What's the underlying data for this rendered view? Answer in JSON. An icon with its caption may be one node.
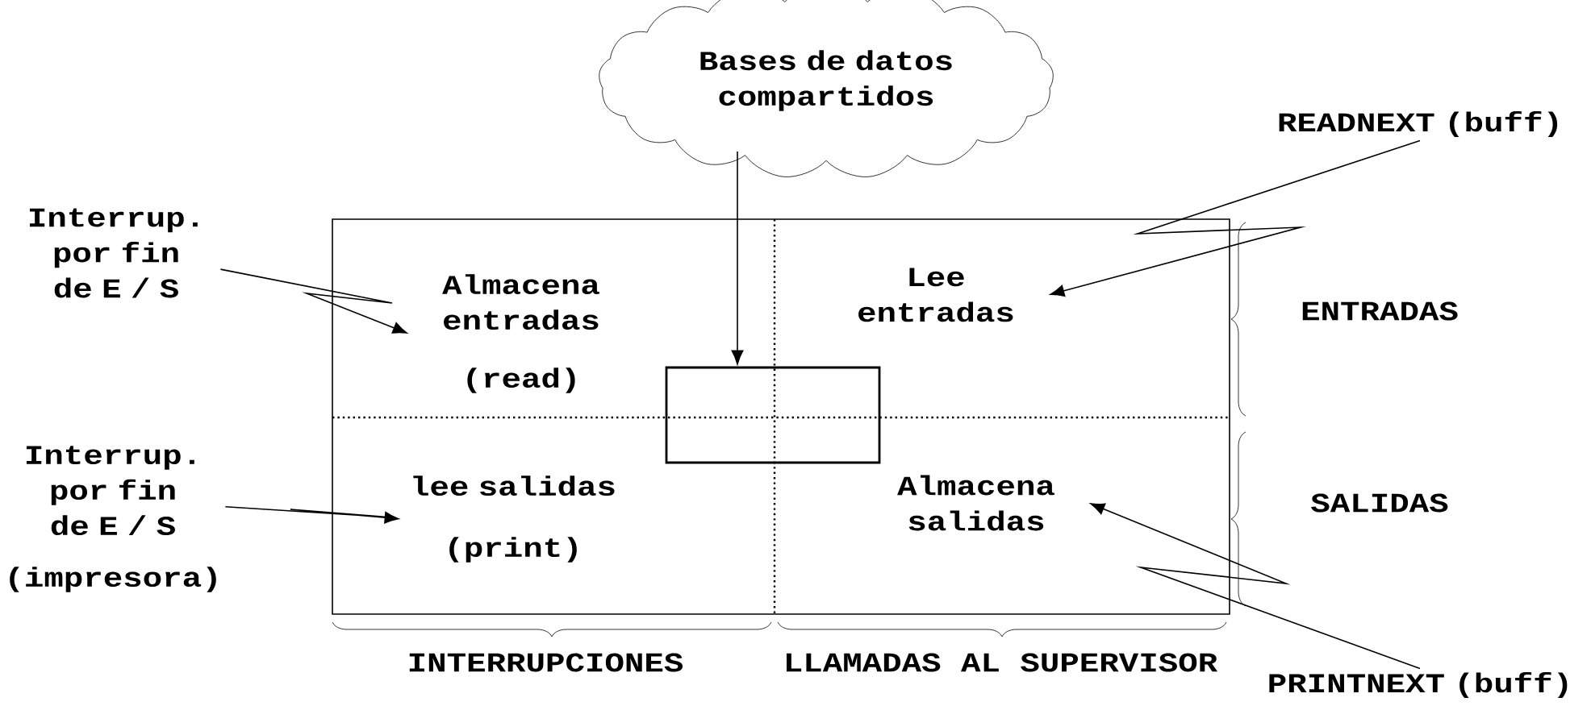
{
  "diagram": {
    "nodes": [
      {
        "text": [
          "Bases de datos compartidos"
        ]
      },
      {
        "text": [
          "READNEXT (buff)"
        ]
      },
      {
        "text": [
          "Interrup. por fin de E / S"
        ]
      },
      {
        "text": [],
        "shape": "box"
      },
      {
        "text": [
          "Almacena entradas",
          "(read)"
        ],
        "in": 3
      },
      {
        "text": [
          "Lee entradas"
        ],
        "in": 3
      },
      {
        "text": [],
        "shape": "box",
        "in": 3
      },
      {
        "text": [
          "Interrup. por fin de E / S",
          "(impresora)"
        ]
      },
      {
        "text": [
          "lee salidas",
          "(print)"
        ],
        "in": 3
      },
      {
        "text": [
          "Almacena salidas"
        ],
        "in": 3
      },
      {
        "text": [
          "PRINTNEXT (buff)"
        ]
      }
    ],
    "edges": [
      {
        "from": 0,
        "to": 6,
        "arrow": "to"
      },
      {
        "from": 2,
        "to": 4,
        "arrow": "to"
      },
      {
        "from": 1,
        "to": 5,
        "arrow": "to"
      },
      {
        "from": 7,
        "to": 8,
        "arrow": "to"
      },
      {
        "from": 10,
        "to": 9,
        "arrow": "to"
      }
    ],
    "labels": [
      "ENTRADAS",
      "SALIDAS",
      "INTERRUPCIONES",
      "LLAMADAS AL SUPERVISOR"
    ]
  }
}
